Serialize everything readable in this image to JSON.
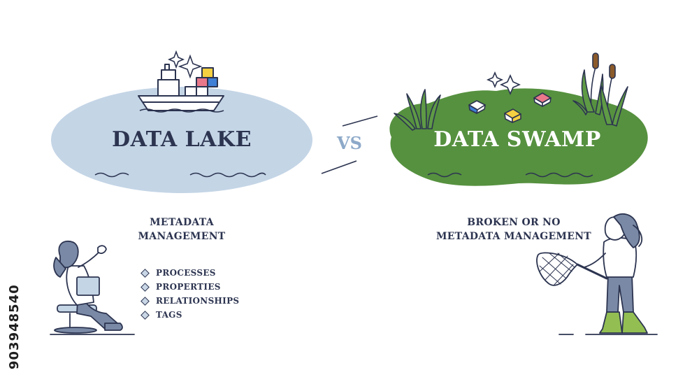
{
  "lake": {
    "title": "DATA LAKE",
    "caption_lines": [
      "METADATA",
      "MANAGEMENT"
    ],
    "items": [
      "PROCESSES",
      "PROPERTIES",
      "RELATIONSHIPS",
      "TAGS"
    ]
  },
  "vs_label": "VS",
  "swamp": {
    "title": "DATA SWAMP",
    "caption_lines": [
      "BROKEN OR NO",
      "METADATA MANAGEMENT"
    ]
  },
  "stock_id": "903948540",
  "colors": {
    "lake_fill": "#c4d5e6",
    "swamp_fill": "#56913f",
    "outline": "#2c3450",
    "vs": "#8da9c9"
  }
}
